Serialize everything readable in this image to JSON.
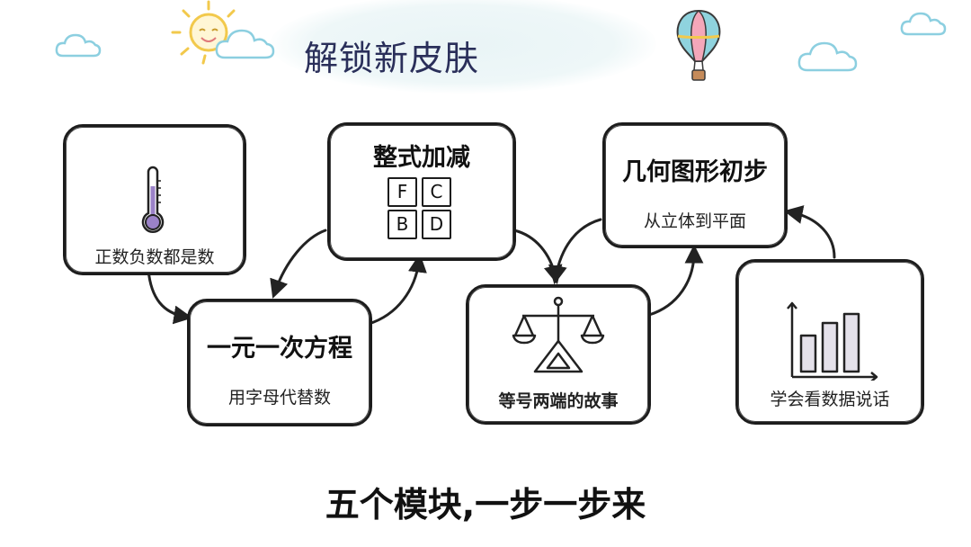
{
  "header": {
    "title": "解锁新皮肤"
  },
  "cards": [
    {
      "id": "positive-negative",
      "title": "",
      "subtitle": "正数负数都是数",
      "icon": "thermometer-icon"
    },
    {
      "id": "linear-equation",
      "title": "一元一次方程",
      "subtitle": "用字母代替数",
      "icon": ""
    },
    {
      "id": "polynomial",
      "title": "整式加减",
      "subtitle": "",
      "icon": "letter-grid-icon",
      "grid": [
        "F",
        "C",
        "B",
        "D"
      ]
    },
    {
      "id": "equality-story",
      "title": "",
      "subtitle": "等号两端的故事",
      "icon": "balance-scale-icon"
    },
    {
      "id": "geometry",
      "title": "几何图形初步",
      "subtitle": "从立体到平面",
      "icon": ""
    },
    {
      "id": "statistics",
      "title": "",
      "subtitle": "学会看数据说话",
      "icon": "bar-chart-icon"
    }
  ],
  "footer": {
    "caption": "五个模块,一步一步来"
  }
}
